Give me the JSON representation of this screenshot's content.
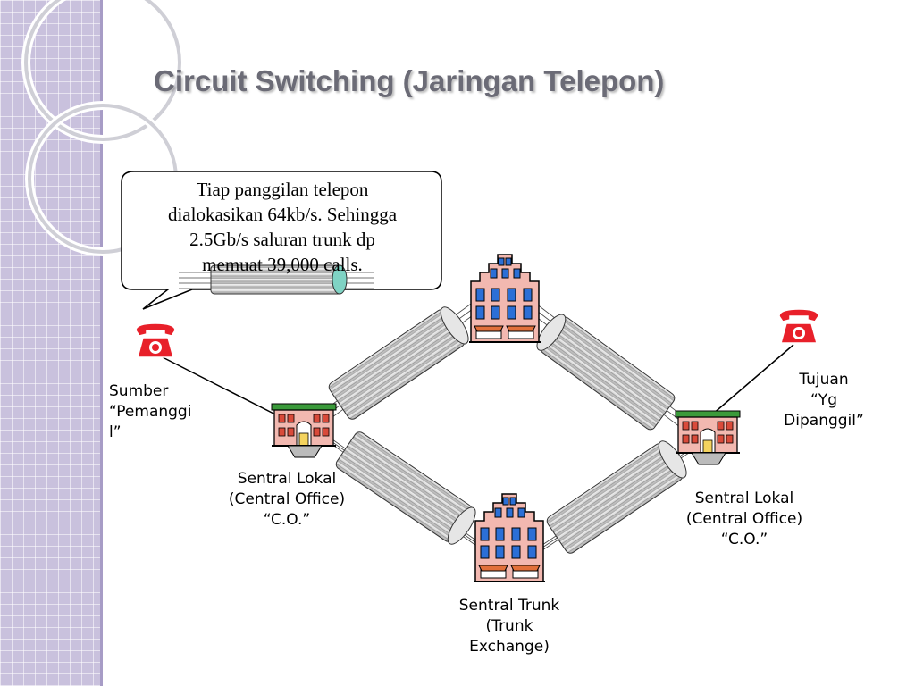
{
  "slide": {
    "title": "Circuit Switching (Jaringan Telepon)"
  },
  "callout": {
    "lines": [
      "Tiap panggilan telepon",
      "dialokasikan 64kb/s. Sehingga",
      "2.5Gb/s saluran trunk dp",
      "memuat 39,000 calls."
    ]
  },
  "labels": {
    "source": [
      "Sumber",
      "“Pemanggi",
      "l”"
    ],
    "destination": [
      "Tujuan",
      "“Yg",
      "Dipanggil”"
    ],
    "central_left": [
      "Sentral Lokal",
      "(Central Office)",
      "“C.O.”"
    ],
    "central_right": [
      "Sentral Lokal",
      "(Central Office)",
      "“C.O.”"
    ],
    "trunk": [
      "Sentral Trunk",
      "(Trunk",
      "Exchange)"
    ]
  },
  "colors": {
    "title": "#6b6b76",
    "sidebar": "#c9c1dd",
    "phone": "#e8202a",
    "building_blue": "#2b6fd6",
    "building_pink": "#f2b8b0",
    "awning": "#e2703a",
    "roof_green": "#3a9a3a",
    "pipe": "#d4d4d4",
    "pipe_end": "#7fd3c4"
  },
  "icons": [
    "telephone-icon",
    "office-building-icon",
    "small-office-icon",
    "trunk-cable-icon"
  ]
}
